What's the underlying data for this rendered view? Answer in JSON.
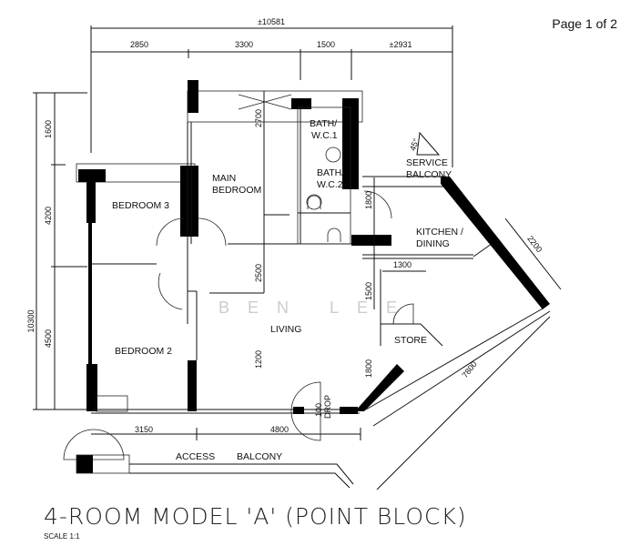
{
  "page_indicator": "Page 1 of 2",
  "watermark": "BEN LEE",
  "title": "4-ROOM MODEL 'A' (POINT BLOCK)",
  "scale": "SCALE   1:1",
  "rooms": {
    "bath1": [
      "BATH/",
      "W.C.1"
    ],
    "bath2": [
      "BATH/",
      "W.C.2"
    ],
    "main_bedroom": [
      "MAIN",
      "BEDROOM"
    ],
    "bedroom3": "BEDROOM 3",
    "bedroom2": "BEDROOM 2",
    "service_balcony": [
      "SERVICE",
      "BALCONY"
    ],
    "kitchen": [
      "KITCHEN  /",
      "DINING"
    ],
    "living": "LIVING",
    "store": "STORE",
    "access": "ACCESS",
    "balcony": "BALCONY",
    "drop": [
      "100",
      "DROP"
    ]
  },
  "dimensions": {
    "total_width": "±10581",
    "top": [
      "2850",
      "3300",
      "1500",
      "±2931"
    ],
    "total_height": "10300",
    "left": [
      "1600",
      "4200",
      "4500"
    ],
    "inner": [
      "2700",
      "2500",
      "1200"
    ],
    "right_inner": [
      "1800",
      "1500",
      "1800"
    ],
    "store_width": "1300",
    "bottom": [
      "3150",
      "4800"
    ],
    "diag_short": "2200",
    "diag_long": "7800",
    "angle": "45°"
  }
}
